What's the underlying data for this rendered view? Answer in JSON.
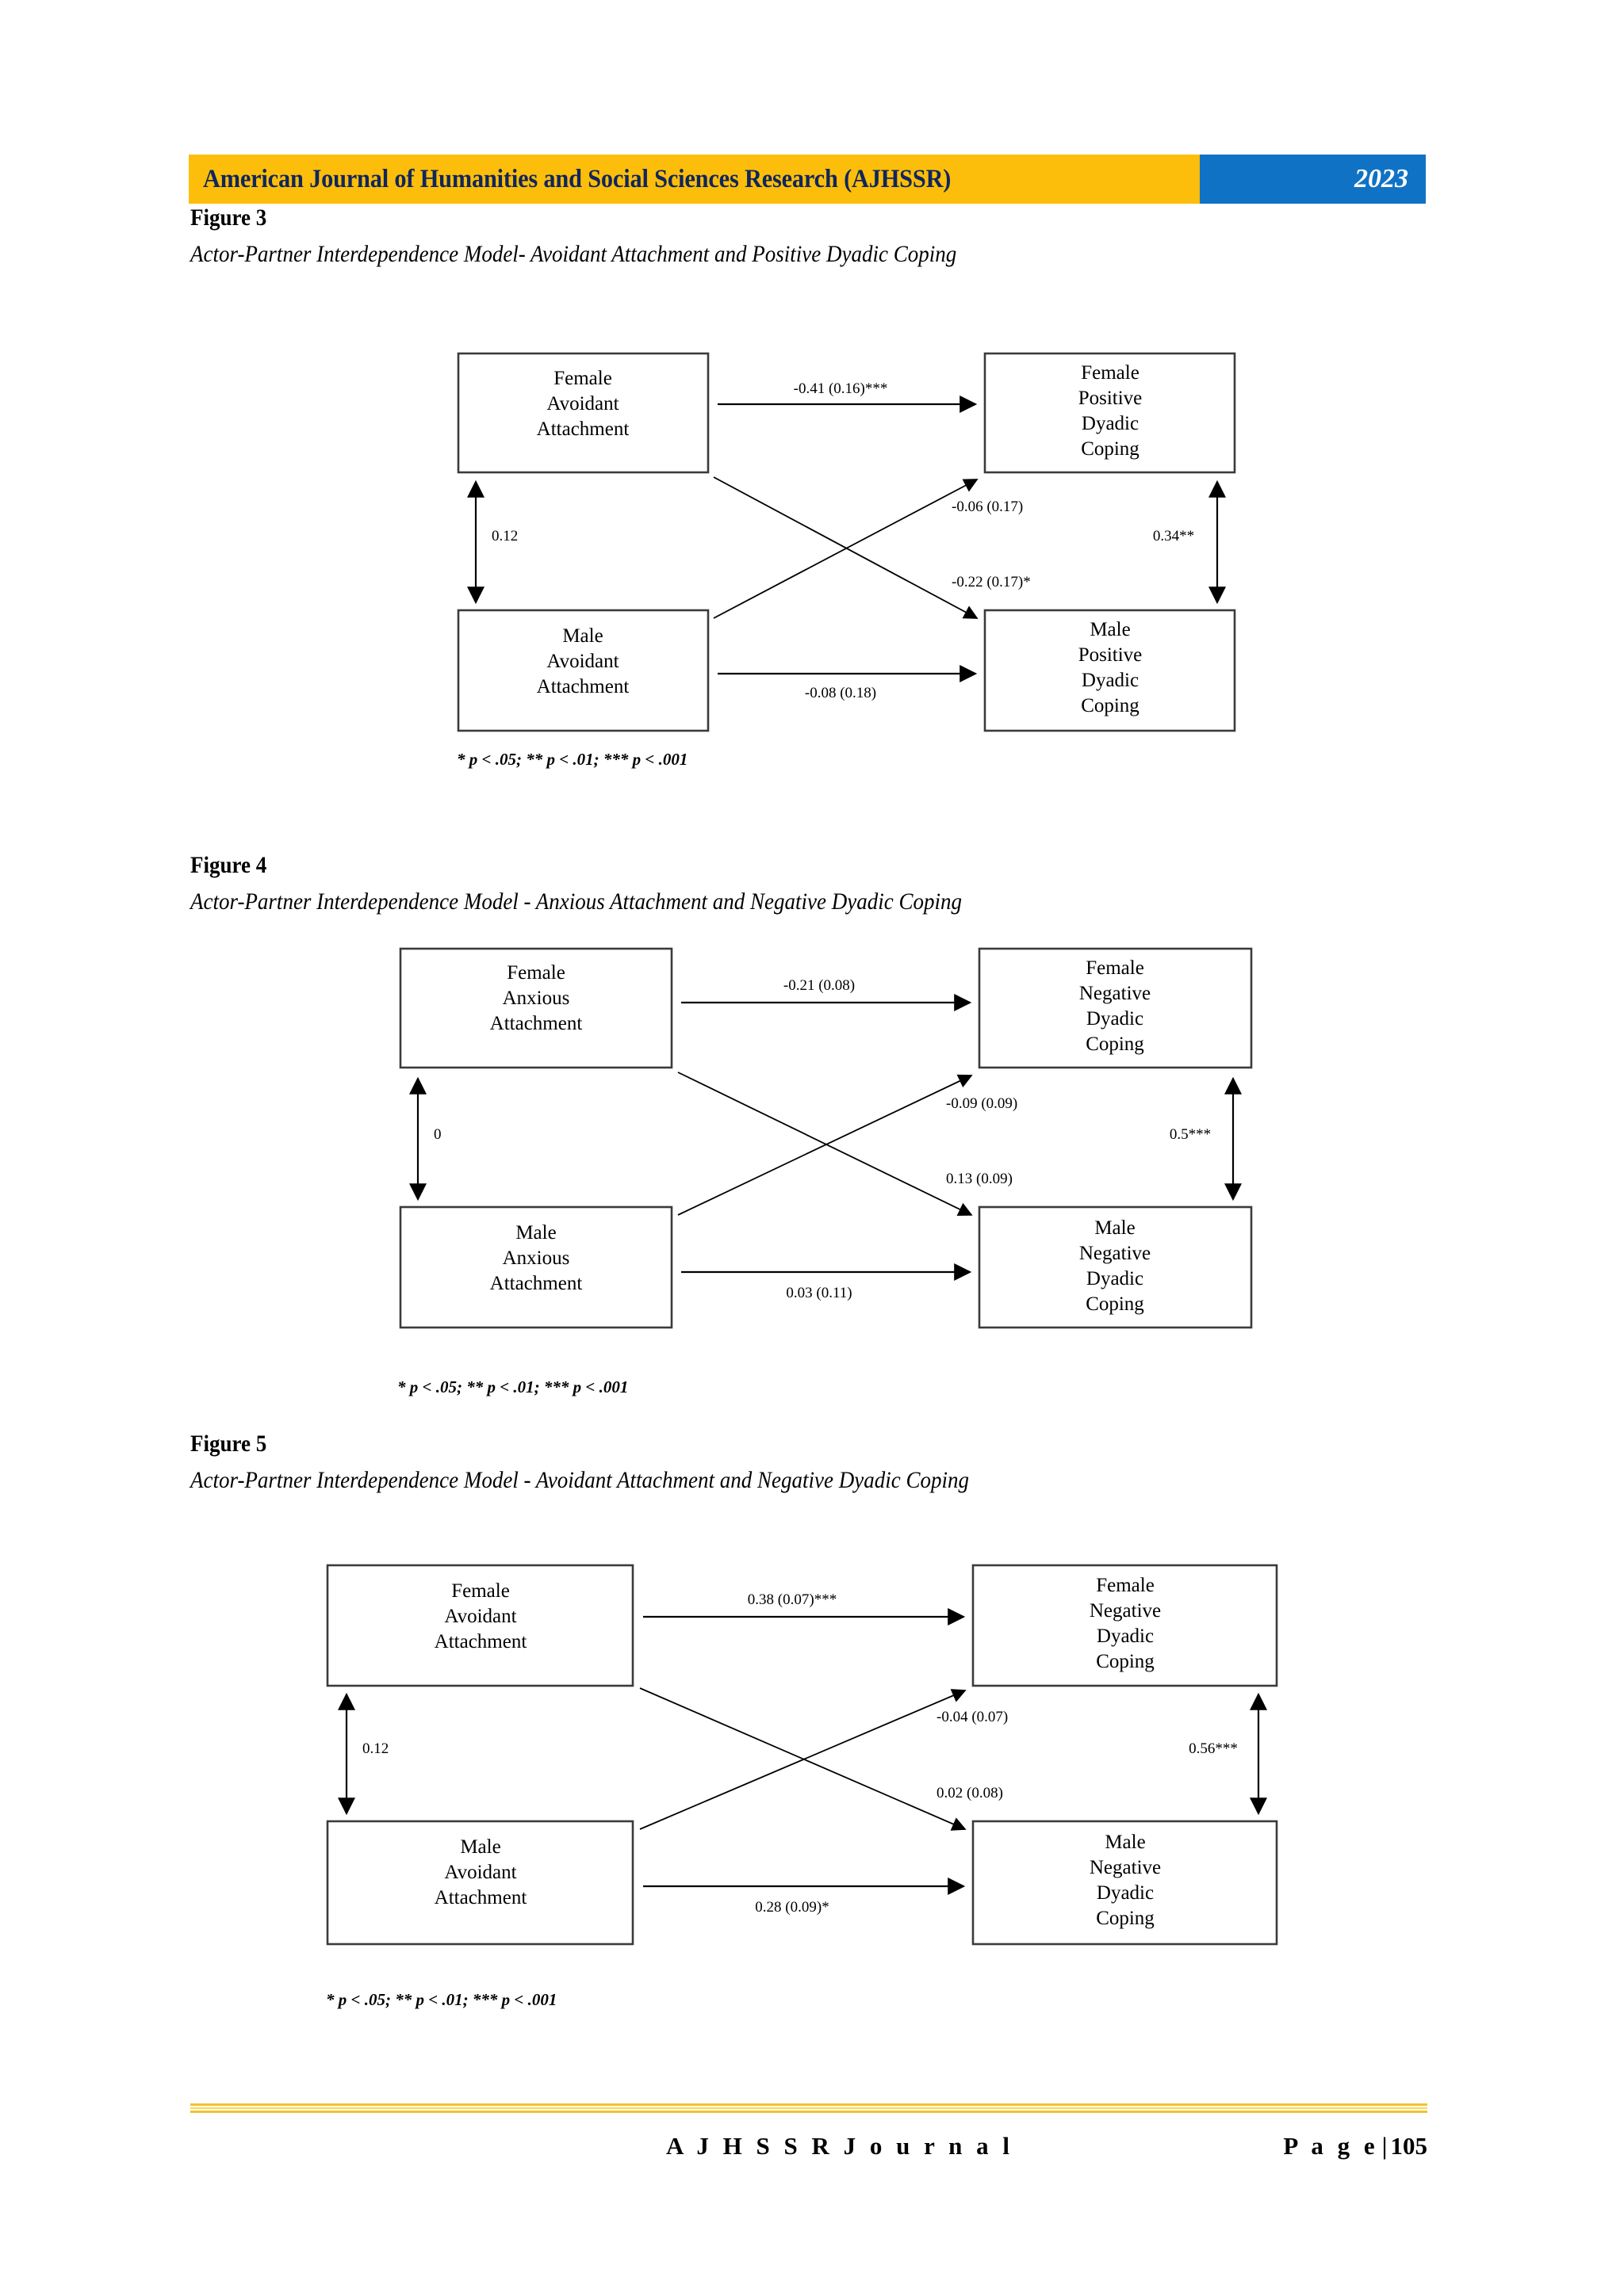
{
  "header": {
    "journal_title": "American Journal of Humanities and Social Sciences Research (AJHSSR)",
    "year": "2023",
    "band_color": "#FCBE0A",
    "year_band_color": "#1072C4",
    "title_color": "#10265C"
  },
  "figures": [
    {
      "number": "Figure 3",
      "title": "Actor-Partner Interdependence Model- Avoidant Attachment and Positive Dyadic Coping",
      "note": "* p < .05; ** p < .01; *** p < .001",
      "nodes": {
        "top_left": [
          "Female",
          "Avoidant",
          "Attachment"
        ],
        "top_right": [
          "Female",
          "Positive",
          "Dyadic",
          "Coping"
        ],
        "bottom_left": [
          "Male",
          "Avoidant",
          "Attachment"
        ],
        "bottom_right": [
          "Male",
          "Positive",
          "Dyadic",
          "Coping"
        ]
      },
      "paths": {
        "actor_female": "-0.41 (0.16)***",
        "actor_male": "-0.08 (0.18)",
        "partner_male_to_female": "-0.06 (0.17)",
        "partner_female_to_male": "-0.22 (0.17)*",
        "correlation_predictors": "0.12",
        "correlation_outcomes": "0.34**"
      }
    },
    {
      "number": "Figure 4",
      "title": "Actor-Partner Interdependence Model - Anxious Attachment and Negative Dyadic Coping",
      "note": "* p < .05; ** p < .01; *** p < .001",
      "nodes": {
        "top_left": [
          "Female",
          "Anxious",
          "Attachment"
        ],
        "top_right": [
          "Female",
          "Negative",
          "Dyadic",
          "Coping"
        ],
        "bottom_left": [
          "Male",
          "Anxious",
          "Attachment"
        ],
        "bottom_right": [
          "Male",
          "Negative",
          "Dyadic",
          "Coping"
        ]
      },
      "paths": {
        "actor_female": "-0.21 (0.08)",
        "actor_male": "0.03 (0.11)",
        "partner_male_to_female": "-0.09 (0.09)",
        "partner_female_to_male": "0.13 (0.09)",
        "correlation_predictors": "0",
        "correlation_outcomes": "0.5***"
      }
    },
    {
      "number": "Figure 5",
      "title": "Actor-Partner Interdependence Model - Avoidant Attachment and Negative Dyadic Coping",
      "note": "* p < .05; ** p < .01; *** p < .001",
      "nodes": {
        "top_left": [
          "Female",
          "Avoidant",
          "Attachment"
        ],
        "top_right": [
          "Female",
          "Negative",
          "Dyadic",
          "Coping"
        ],
        "bottom_left": [
          "Male",
          "Avoidant",
          "Attachment"
        ],
        "bottom_right": [
          "Male",
          "Negative",
          "Dyadic",
          "Coping"
        ]
      },
      "paths": {
        "actor_female": "0.38 (0.07)***",
        "actor_male": "0.28 (0.09)*",
        "partner_male_to_female": "-0.04 (0.07)",
        "partner_female_to_male": "0.02 (0.08)",
        "correlation_predictors": "0.12",
        "correlation_outcomes": "0.56***"
      }
    }
  ],
  "footer": {
    "journal": "A J H S S R   J o u r n a l",
    "page_word": "P a g e",
    "page_separator": "|",
    "page_number": "105",
    "rule_color": "#F2C230"
  }
}
